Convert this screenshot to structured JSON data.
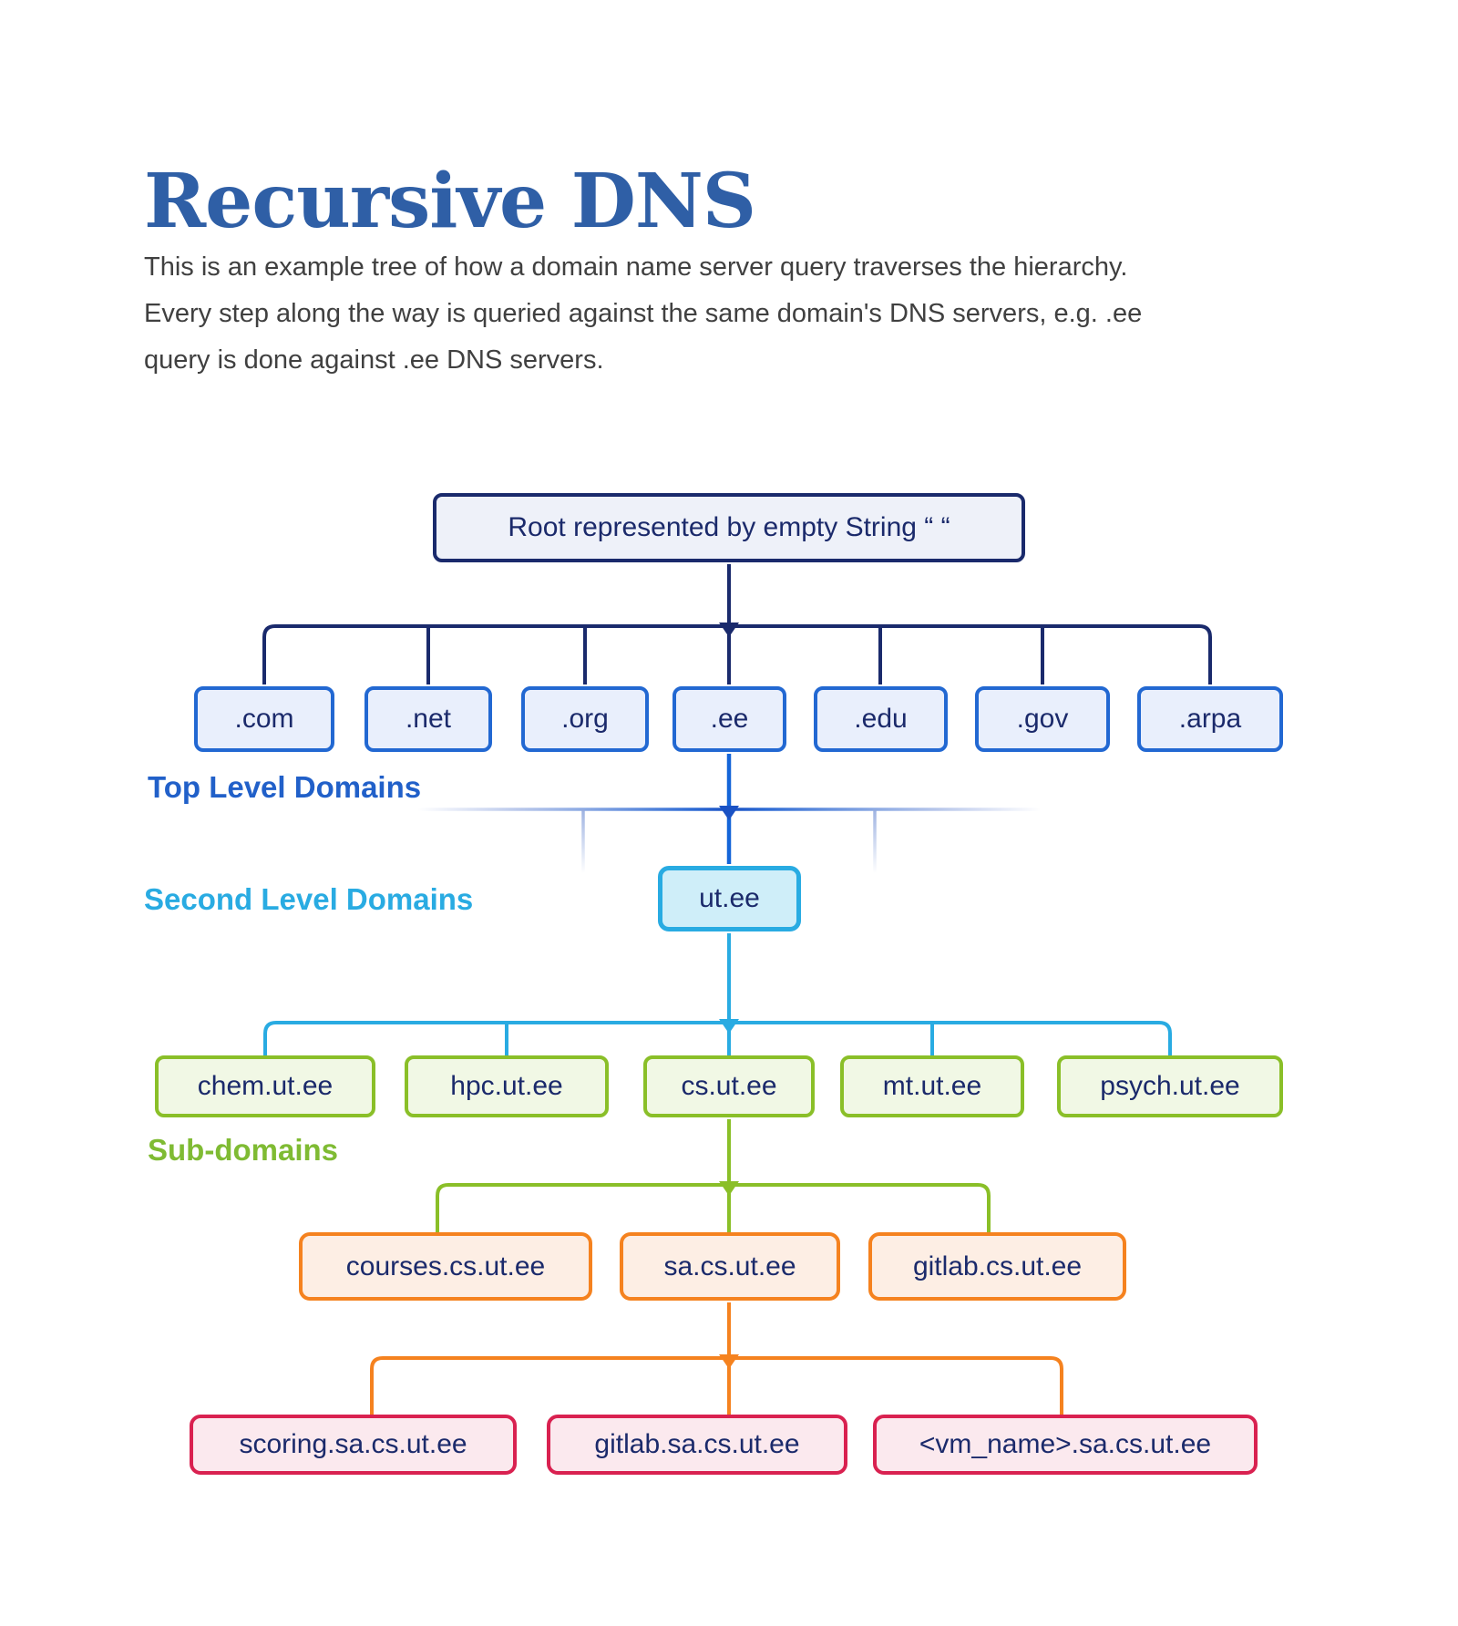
{
  "page": {
    "title": "Recursive DNS",
    "description_lines": [
      "This is an example tree of how a domain name server query traverses the hierarchy.",
      "Every step along the way is queried against the same domain's DNS servers, e.g. .ee",
      "query is done against .ee DNS servers."
    ]
  },
  "tree": {
    "root_label": "Root represented by empty String “ “",
    "levels": [
      {
        "name": "Top Level Domains",
        "nodes": [
          ".com",
          ".net",
          ".org",
          ".ee",
          ".edu",
          ".gov",
          ".arpa"
        ]
      },
      {
        "name": "Second Level Domains",
        "nodes": [
          "ut.ee"
        ]
      },
      {
        "name": "Sub-domains",
        "nodes": [
          "chem.ut.ee",
          "hpc.ut.ee",
          "cs.ut.ee",
          "mt.ut.ee",
          "psych.ut.ee"
        ]
      },
      {
        "nodes": [
          "courses.cs.ut.ee",
          "sa.cs.ut.ee",
          "gitlab.cs.ut.ee"
        ]
      },
      {
        "nodes": [
          "scoring.sa.cs.ut.ee",
          "gitlab.sa.cs.ut.ee",
          "<vm_name>.sa.cs.ut.ee"
        ]
      }
    ]
  },
  "palette": {
    "heading_blue": "#2f5fa6",
    "navy": "#1a2a6c",
    "royal_blue": "#1565d8",
    "tld_border_blue": "#2268d2",
    "cyan": "#29abe2",
    "green": "#8abf28",
    "orange": "#f5821f",
    "crimson": "#d92150",
    "node_text_navy": "#1b2a6b",
    "body_text": "#404040"
  }
}
